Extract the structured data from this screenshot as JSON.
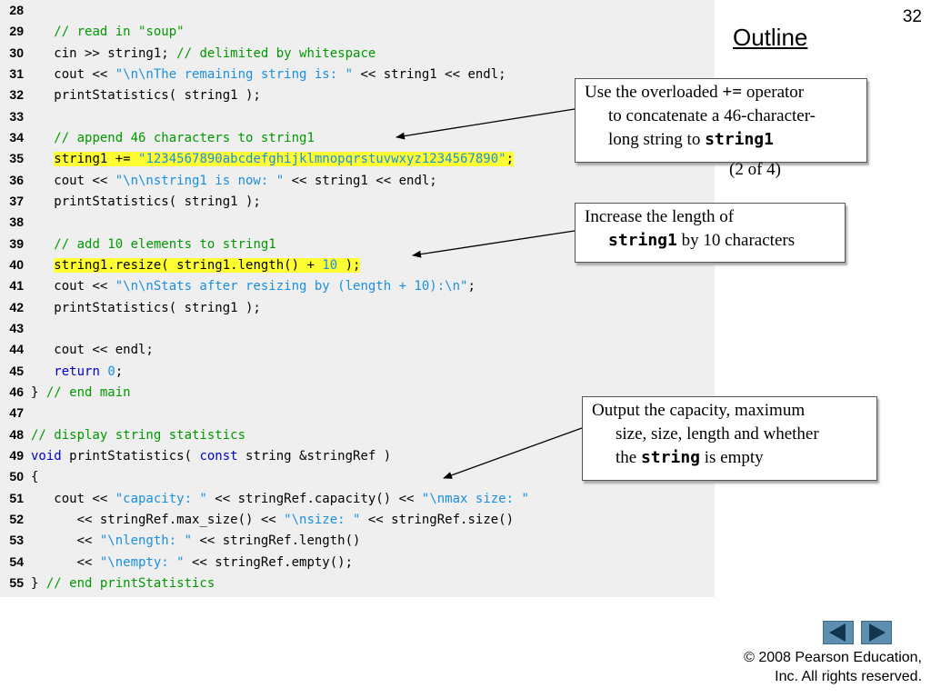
{
  "slide": {
    "number": "32",
    "outline": "Outline",
    "sub": "(2 of 4)"
  },
  "code_lines": [
    {
      "n": "28",
      "tokens": []
    },
    {
      "n": "29",
      "tokens": [
        {
          "t": "   "
        },
        {
          "t": "// read in \"soup\"",
          "c": "c"
        }
      ]
    },
    {
      "n": "30",
      "tokens": [
        {
          "t": "   cin >> string1; "
        },
        {
          "t": "// delimited by whitespace",
          "c": "c"
        }
      ]
    },
    {
      "n": "31",
      "tokens": [
        {
          "t": "   cout << "
        },
        {
          "t": "\"\\n\\nThe remaining string is: \"",
          "c": "s"
        },
        {
          "t": " << string1 << endl;"
        }
      ]
    },
    {
      "n": "32",
      "tokens": [
        {
          "t": "   printStatistics( string1 );"
        }
      ]
    },
    {
      "n": "33",
      "tokens": []
    },
    {
      "n": "34",
      "tokens": [
        {
          "t": "   "
        },
        {
          "t": "// append 46 characters to string1",
          "c": "c"
        }
      ]
    },
    {
      "n": "35",
      "tokens": [
        {
          "t": "   "
        },
        {
          "t": "string1 += ",
          "h": true
        },
        {
          "t": "\"1234567890abcdefghijklmnopqrstuvwxyz1234567890\"",
          "c": "s",
          "h": true
        },
        {
          "t": ";",
          "h": true
        }
      ]
    },
    {
      "n": "36",
      "tokens": [
        {
          "t": "   cout << "
        },
        {
          "t": "\"\\n\\nstring1 is now: \"",
          "c": "s"
        },
        {
          "t": " << string1 << endl;"
        }
      ]
    },
    {
      "n": "37",
      "tokens": [
        {
          "t": "   printStatistics( string1 );"
        }
      ]
    },
    {
      "n": "38",
      "tokens": []
    },
    {
      "n": "39",
      "tokens": [
        {
          "t": "   "
        },
        {
          "t": "// add 10 elements to string1",
          "c": "c"
        }
      ]
    },
    {
      "n": "40",
      "tokens": [
        {
          "t": "   "
        },
        {
          "t": "string1.resize( string1.length() + ",
          "h": true
        },
        {
          "t": "10",
          "c": "n",
          "h": true
        },
        {
          "t": " );",
          "h": true
        }
      ]
    },
    {
      "n": "41",
      "tokens": [
        {
          "t": "   cout << "
        },
        {
          "t": "\"\\n\\nStats after resizing by (length + 10):\\n\"",
          "c": "s"
        },
        {
          "t": ";"
        }
      ]
    },
    {
      "n": "42",
      "tokens": [
        {
          "t": "   printStatistics( string1 );"
        }
      ]
    },
    {
      "n": "43",
      "tokens": []
    },
    {
      "n": "44",
      "tokens": [
        {
          "t": "   cout << endl;"
        }
      ]
    },
    {
      "n": "45",
      "tokens": [
        {
          "t": "   "
        },
        {
          "t": "return",
          "c": "k"
        },
        {
          "t": " "
        },
        {
          "t": "0",
          "c": "n"
        },
        {
          "t": ";"
        }
      ]
    },
    {
      "n": "46",
      "tokens": [
        {
          "t": "} "
        },
        {
          "t": "// end main",
          "c": "c"
        }
      ]
    },
    {
      "n": "47",
      "tokens": []
    },
    {
      "n": "48",
      "tokens": [
        {
          "t": "// display string statistics",
          "c": "c"
        }
      ]
    },
    {
      "n": "49",
      "tokens": [
        {
          "t": "void",
          "c": "k"
        },
        {
          "t": " printStatistics( "
        },
        {
          "t": "const",
          "c": "k"
        },
        {
          "t": " string &stringRef )"
        }
      ]
    },
    {
      "n": "50",
      "tokens": [
        {
          "t": "{"
        }
      ]
    },
    {
      "n": "51",
      "tokens": [
        {
          "t": "   cout << "
        },
        {
          "t": "\"capacity: \"",
          "c": "s"
        },
        {
          "t": " << stringRef.capacity() << "
        },
        {
          "t": "\"\\nmax size: \"",
          "c": "s"
        }
      ]
    },
    {
      "n": "52",
      "tokens": [
        {
          "t": "      << stringRef.max_size() << "
        },
        {
          "t": "\"\\nsize: \"",
          "c": "s"
        },
        {
          "t": " << stringRef.size()"
        }
      ]
    },
    {
      "n": "53",
      "tokens": [
        {
          "t": "      << "
        },
        {
          "t": "\"\\nlength: \"",
          "c": "s"
        },
        {
          "t": " << stringRef.length()"
        }
      ]
    },
    {
      "n": "54",
      "tokens": [
        {
          "t": "      << "
        },
        {
          "t": "\"\\nempty: \"",
          "c": "s"
        },
        {
          "t": " << stringRef.empty();"
        }
      ]
    },
    {
      "n": "55",
      "tokens": [
        {
          "t": "} "
        },
        {
          "t": "// end printStatistics",
          "c": "c"
        }
      ]
    }
  ],
  "callouts": {
    "concat": {
      "l1a": "Use the overloaded ",
      "l1op": "+=",
      "l1b": " operator",
      "l2": "to concatenate a 46-character-",
      "l3a": "long string to ",
      "l3code": "string1"
    },
    "resize": {
      "l1": "Increase the length of",
      "l2code": "string1",
      "l2b": " by 10 characters"
    },
    "stats": {
      "l1": "Output the capacity, maximum",
      "l2": "size, size, length and whether",
      "l3a": "the ",
      "l3code": "string",
      "l3b": " is empty"
    }
  },
  "nav": {
    "prev_icon": "arrow-left-icon",
    "next_icon": "arrow-right-icon",
    "color": "#5f8fb0"
  },
  "copyright": {
    "line1": "© 2008 Pearson Education,",
    "line2": "Inc.  All rights reserved."
  }
}
